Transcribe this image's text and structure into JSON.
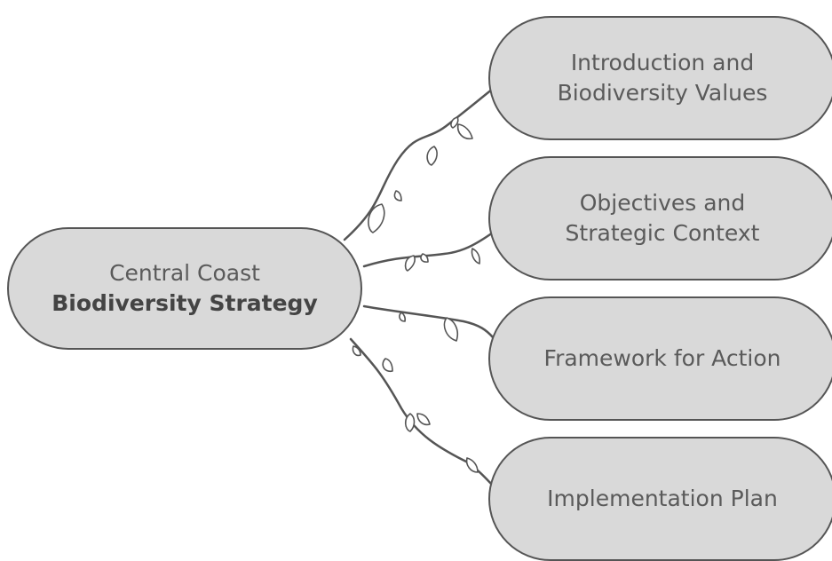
{
  "diagram": {
    "center": {
      "line1": "Central Coast",
      "line2": "Biodiversity Strategy"
    },
    "branches": [
      {
        "line1": "Introduction and",
        "line2": "Biodiversity Values"
      },
      {
        "line1": "Objectives and",
        "line2": "Strategic Context"
      },
      {
        "line1": "Framework for Action",
        "line2": ""
      },
      {
        "line1": "Implementation Plan",
        "line2": ""
      }
    ]
  },
  "colors": {
    "node_fill": "#d9d9d9",
    "node_border": "#555555",
    "text": "#5a5a5a",
    "vine": "#555555",
    "leaf_fill": "#ffffff"
  }
}
